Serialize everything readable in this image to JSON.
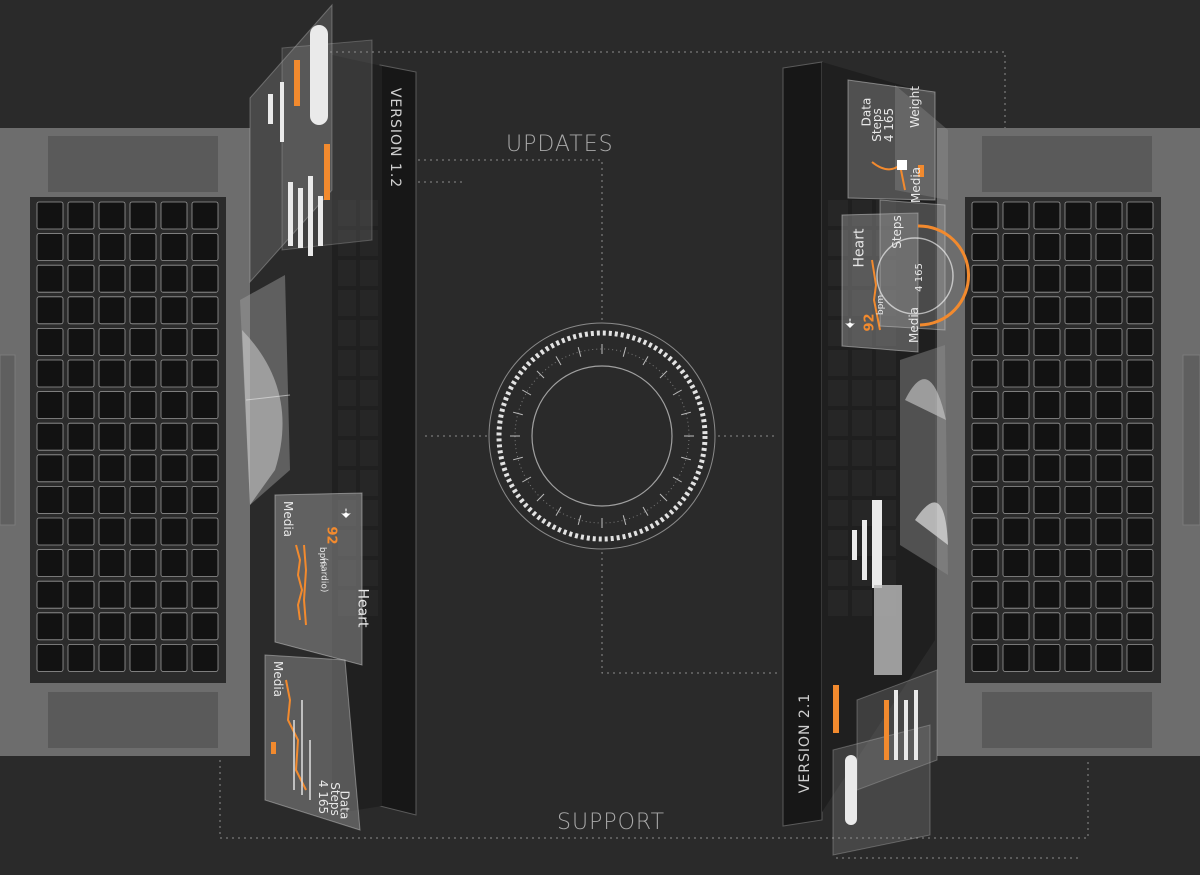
{
  "labels": {
    "updates": "UPDATES",
    "support": "SUPPORT"
  },
  "left_device": {
    "version": "VERSION 1.2",
    "heart_card": {
      "title": "Heart",
      "value": "92",
      "unit": "bpm",
      "sub": "(cardio)",
      "footer": "Media"
    },
    "data_card": {
      "title": "Data",
      "steps_label": "Steps",
      "steps_value": "4 165",
      "footer": "Media"
    }
  },
  "right_device": {
    "version": "VERSION 2.1",
    "heart_card": {
      "title": "Heart",
      "value": "92",
      "unit": "bpm",
      "footer": "Media"
    },
    "steps_card": {
      "title": "Steps",
      "value": "4 165"
    },
    "data_card": {
      "title": "Data",
      "steps_label": "Steps",
      "steps_value": "4 165",
      "weight_label": "Weight",
      "footer": "Media"
    }
  },
  "colors": {
    "background": "#2a2a2a",
    "laptop_body": "#6b6b6b",
    "key": "#111111",
    "accent": "#f28a2e",
    "line": "#9a9a9a"
  },
  "icons": [
    "heart-icon",
    "dial-ring-icon"
  ]
}
